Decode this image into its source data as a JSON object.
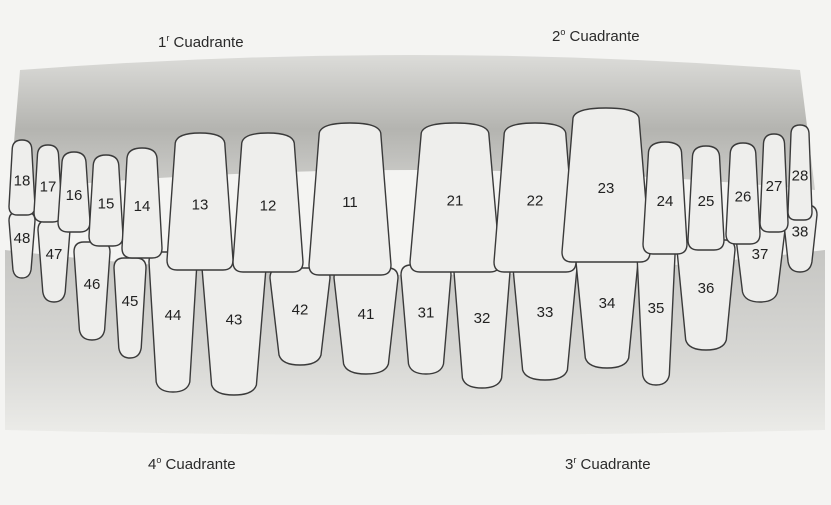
{
  "quadrants": {
    "q1": {
      "ordinal": "1",
      "suffix": "r",
      "word": "Cuadrante"
    },
    "q2": {
      "ordinal": "2",
      "suffix": "o",
      "word": "Cuadrante"
    },
    "q3": {
      "ordinal": "3",
      "suffix": "r",
      "word": "Cuadrante"
    },
    "q4": {
      "ordinal": "4",
      "suffix": "o",
      "word": "Cuadrante"
    }
  },
  "upper_teeth": [
    "18",
    "17",
    "16",
    "15",
    "14",
    "13",
    "12",
    "11",
    "21",
    "22",
    "23",
    "24",
    "25",
    "26",
    "27",
    "28"
  ],
  "lower_teeth": [
    "48",
    "47",
    "46",
    "45",
    "44",
    "43",
    "42",
    "41",
    "31",
    "32",
    "33",
    "34",
    "35",
    "36",
    "37",
    "38"
  ],
  "colors": {
    "background": "#f4f4f2",
    "gum": "#c9c9c6",
    "gum_dark": "#a9a9a6",
    "tooth_fill": "#eeeeec",
    "tooth_outline": "#3a3a3a",
    "label": "#222222"
  }
}
